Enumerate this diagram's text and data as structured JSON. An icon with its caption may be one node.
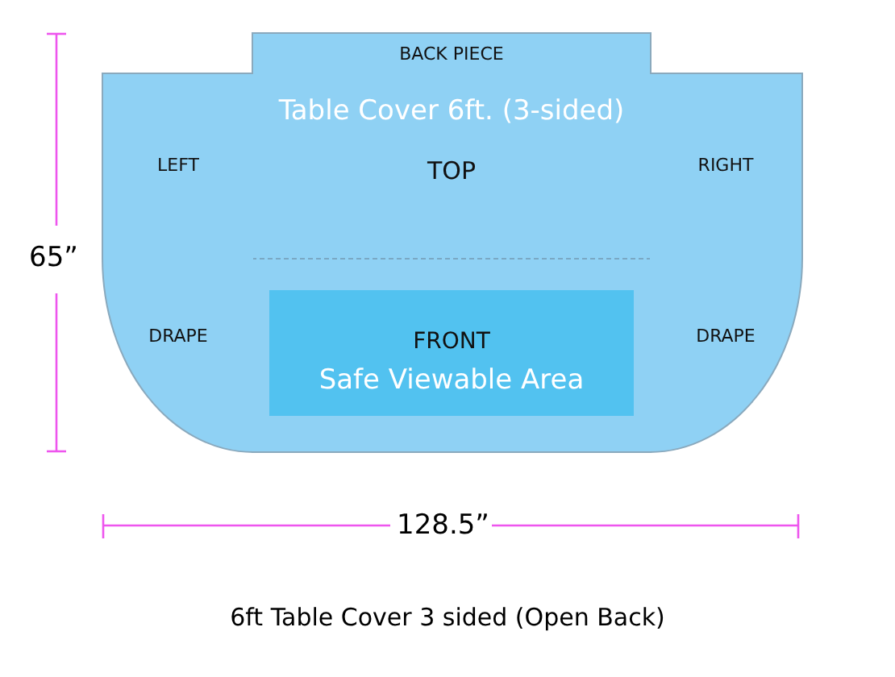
{
  "diagram": {
    "caption": "6ft Table Cover 3 sided (Open Back)",
    "nodes": [
      {
        "text": [
          "BACK PIECE"
        ]
      },
      {
        "text": [
          "Table Cover 6ft. (3-sided)",
          "TOP"
        ]
      },
      {
        "text": [
          "LEFT"
        ]
      },
      {
        "text": [
          "RIGHT"
        ]
      },
      {
        "text": [
          "DRAPE"
        ]
      },
      {
        "text": [
          "FRONT",
          "Safe Viewable Area"
        ]
      },
      {
        "text": [
          "DRAPE"
        ]
      }
    ],
    "edges": [],
    "labels": [
      "65”",
      "128.5”"
    ]
  }
}
